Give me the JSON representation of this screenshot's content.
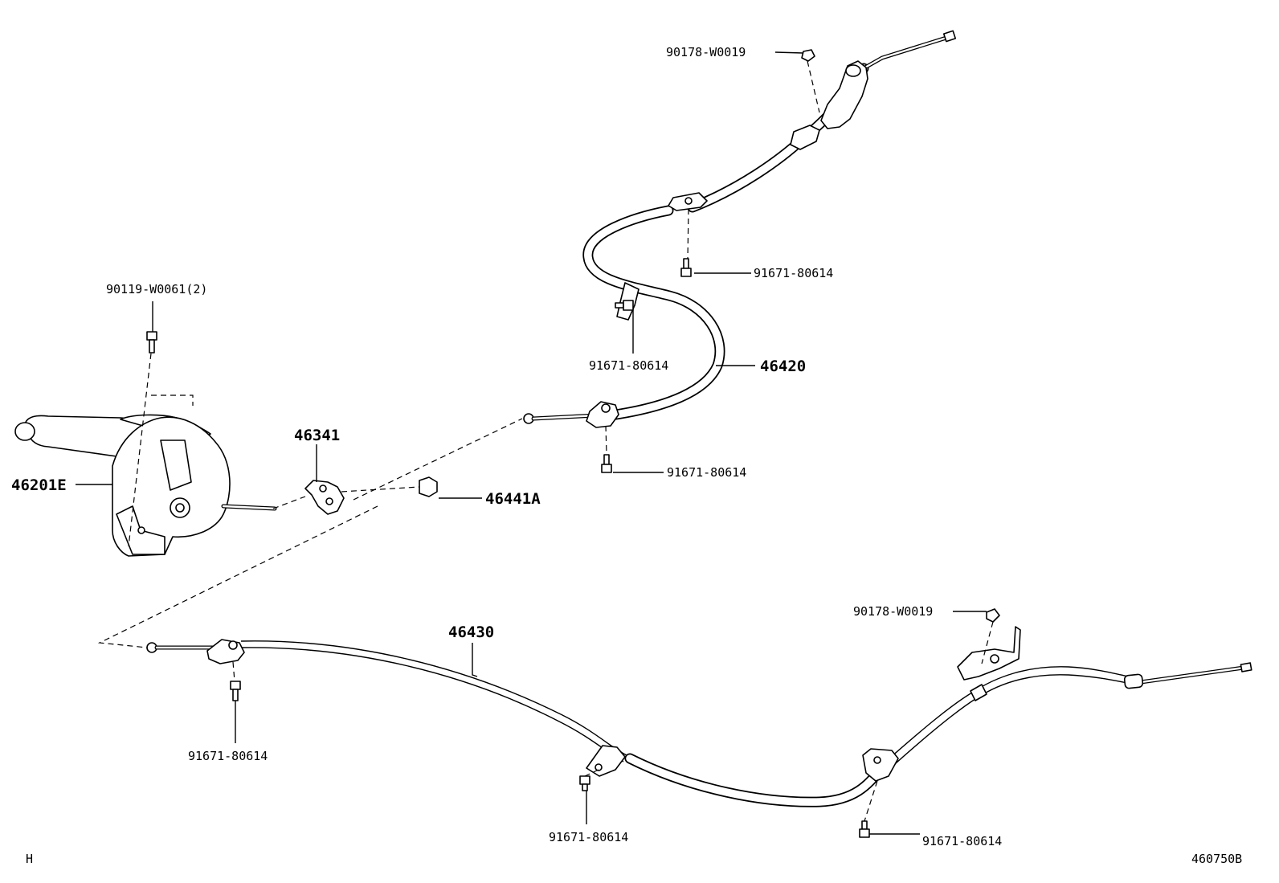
{
  "callouts": {
    "p90178_top": "90178-W0019",
    "p91671_upper_right": "91671-80614",
    "p90119": "90119-W0061(2)",
    "p91671_upper_mid": "91671-80614",
    "p46420": "46420",
    "p46341": "46341",
    "p46201E": "46201E",
    "p46441A": "46441A",
    "p91671_mid": "91671-80614",
    "p46430": "46430",
    "p90178_bottom": "90178-W0019",
    "p91671_lower_left": "91671-80614",
    "p91671_lower_mid": "91671-80614",
    "p91671_lower_right": "91671-80614"
  },
  "footer": {
    "corner_left": "H",
    "drawing_number": "460750B"
  }
}
